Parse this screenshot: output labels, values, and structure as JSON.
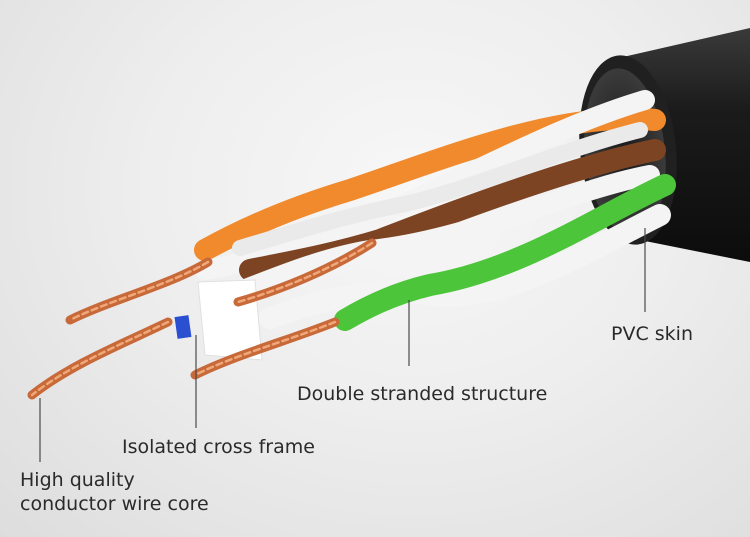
{
  "labels": {
    "pvc_skin": "PVC skin",
    "double_stranded": "Double stranded structure",
    "cross_frame": "Isolated cross frame",
    "conductor_line1": "High quality",
    "conductor_line2": "conductor wire core"
  },
  "colors": {
    "jacket": "#161616",
    "orange": "#f08a2c",
    "brown": "#7d4424",
    "green": "#4cc53a",
    "white_insulation": "#f4f4f4",
    "copper": "#c8693a",
    "cross_frame_blue": "#2a4fd0",
    "leader_line": "#4a4a4a",
    "text": "#2a2a2a"
  }
}
